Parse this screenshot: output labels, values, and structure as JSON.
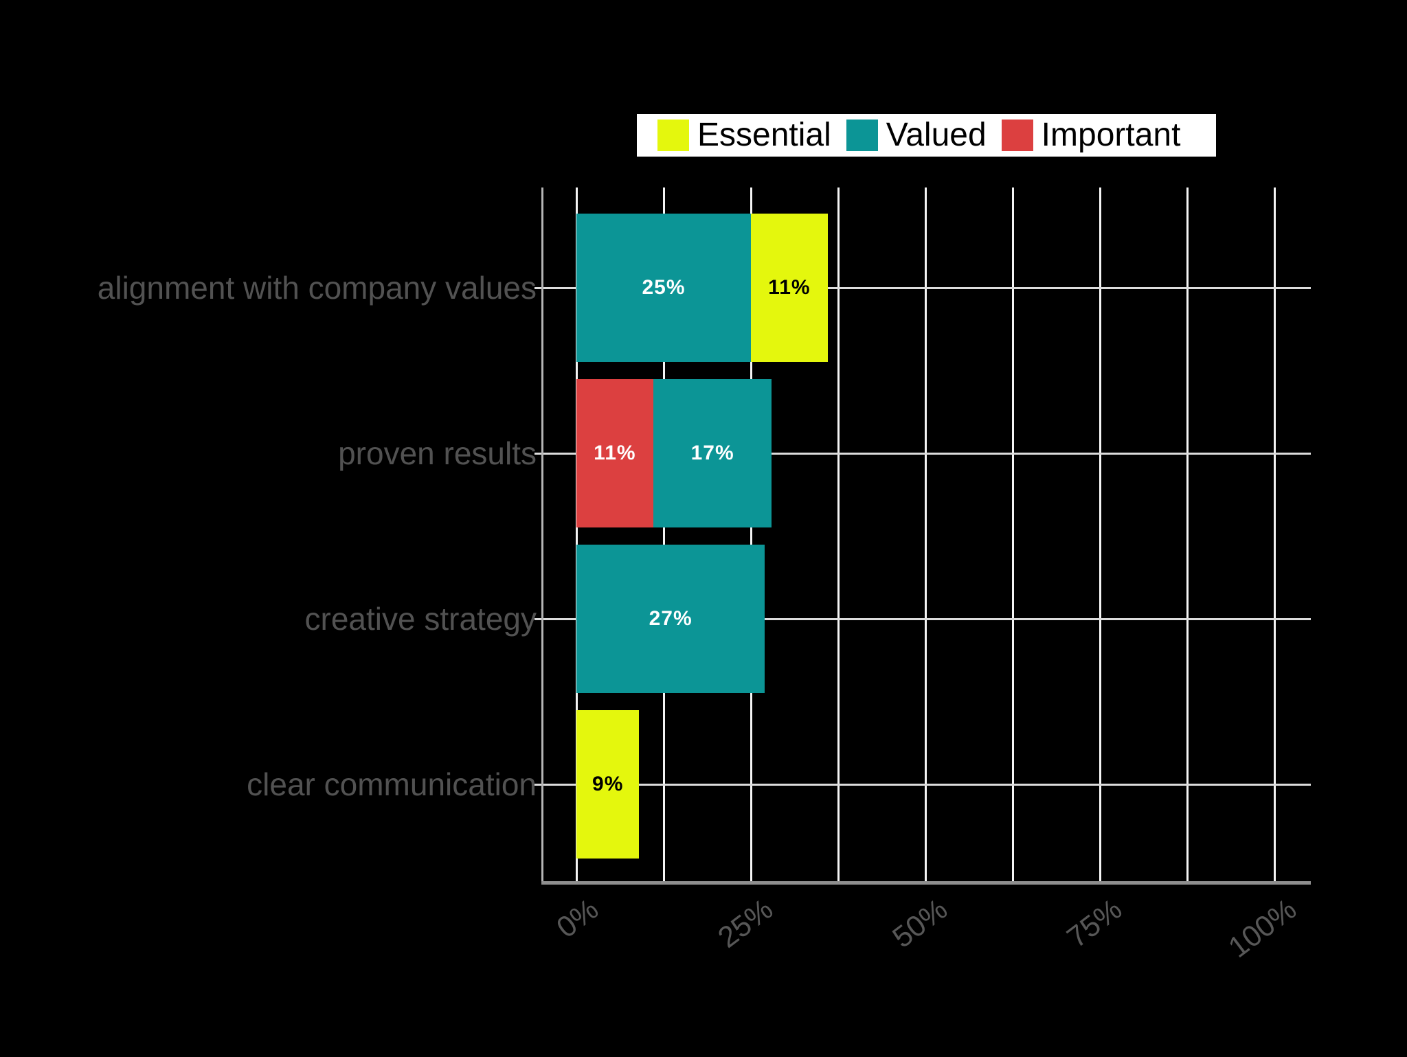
{
  "chart_data": {
    "type": "bar",
    "orientation": "horizontal",
    "stacked": true,
    "title": "",
    "xlabel": "",
    "ylabel": "",
    "background_color": "#000000",
    "grid": true,
    "categories": [
      "alignment with company values",
      "proven results",
      "creative strategy",
      "clear communication"
    ],
    "series": [
      {
        "name": "Essential",
        "color": "#e4f70d",
        "label_text_color": "#000000",
        "values": [
          11,
          0,
          0,
          9
        ]
      },
      {
        "name": "Valued",
        "color": "#0c9596",
        "label_text_color": "#ffffff",
        "values": [
          25,
          17,
          27,
          0
        ]
      },
      {
        "name": "Important",
        "color": "#dc4040",
        "label_text_color": "#ffffff",
        "values": [
          0,
          11,
          0,
          0
        ]
      }
    ],
    "stack_order": [
      "Important",
      "Valued",
      "Essential"
    ],
    "value_label_format": "{v}%",
    "x_ticks": {
      "values": [
        0,
        25,
        50,
        75,
        100
      ],
      "labels": [
        "0%",
        "25%",
        "50%",
        "75%",
        "100%"
      ],
      "minor_step": 12.5
    },
    "xlim": [
      -5,
      105.2
    ],
    "legend": {
      "position": "top",
      "order": [
        "Essential",
        "Valued",
        "Important"
      ],
      "background": "#ffffff",
      "text_color": "#000000"
    }
  }
}
